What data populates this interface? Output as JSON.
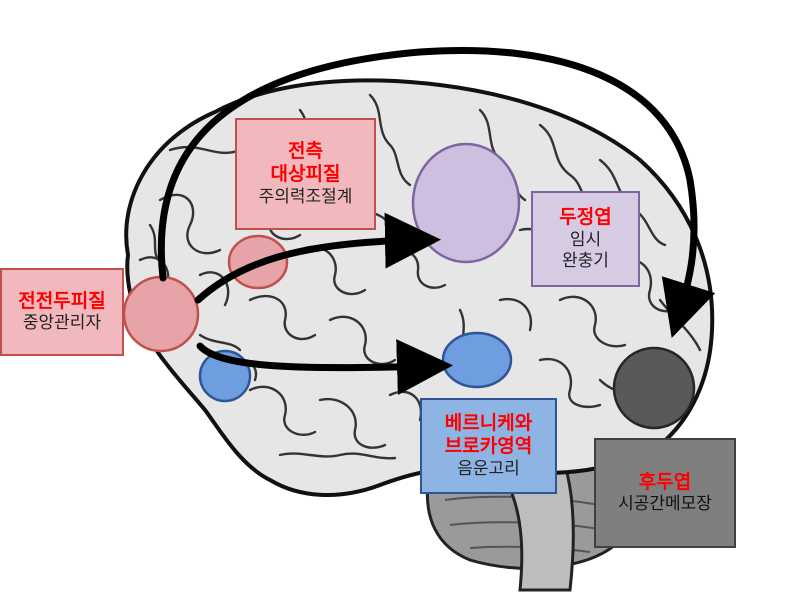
{
  "colors": {
    "title_red": "#ff0000",
    "frontal_fill": "#e6a3a8",
    "frontal_stroke": "#c0504d",
    "acc_fill": "#e6a3a8",
    "parietal_fill": "#cdbfe0",
    "parietal_stroke": "#8064a2",
    "language_fill": "#6f9ee0",
    "language_stroke": "#2e5597",
    "occipital_fill": "#595959",
    "occipital_stroke": "#262626",
    "arrow": "#000000"
  },
  "labels": {
    "prefrontal": {
      "title": "전전두피질",
      "sub": "중앙관리자"
    },
    "acc": {
      "title_line1": "전측",
      "title_line2": "대상피질",
      "sub": "주의력조절계"
    },
    "parietal": {
      "title": "두정엽",
      "sub_line1": "임시",
      "sub_line2": "완충기"
    },
    "language": {
      "title_line1": "베르니케와",
      "title_line2": "브로카영역",
      "sub": "음운고리"
    },
    "occipital": {
      "title": "후두엽",
      "sub": "시공간메모장"
    }
  }
}
